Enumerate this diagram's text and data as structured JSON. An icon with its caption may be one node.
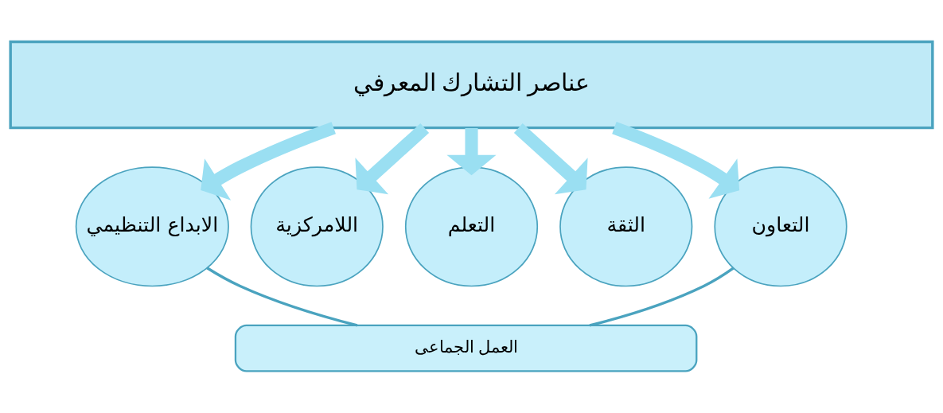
{
  "diagram": {
    "nodes": [
      {
        "text": [
          "عناصر التشارك المعرفي"
        ]
      },
      {
        "text": [
          "التعاون"
        ]
      },
      {
        "text": [
          "الثقة"
        ]
      },
      {
        "text": [
          "التعلم"
        ]
      },
      {
        "text": [
          "اللامركزية"
        ]
      },
      {
        "text": [
          "الابداع التنظيمي"
        ]
      },
      {
        "text": [
          "العمل الجماعى"
        ]
      }
    ],
    "edges": [
      {
        "from": 0,
        "to": 1,
        "arrow": "to"
      },
      {
        "from": 0,
        "to": 2,
        "arrow": "to"
      },
      {
        "from": 0,
        "to": 3,
        "arrow": "to"
      },
      {
        "from": 0,
        "to": 4,
        "arrow": "to"
      },
      {
        "from": 0,
        "to": 5,
        "arrow": "to"
      },
      {
        "from": 5,
        "to": 6,
        "arrow": "none",
        "color": "#4aa3bf"
      },
      {
        "from": 1,
        "to": 6,
        "arrow": "none",
        "color": "#4aa3bf"
      }
    ]
  }
}
